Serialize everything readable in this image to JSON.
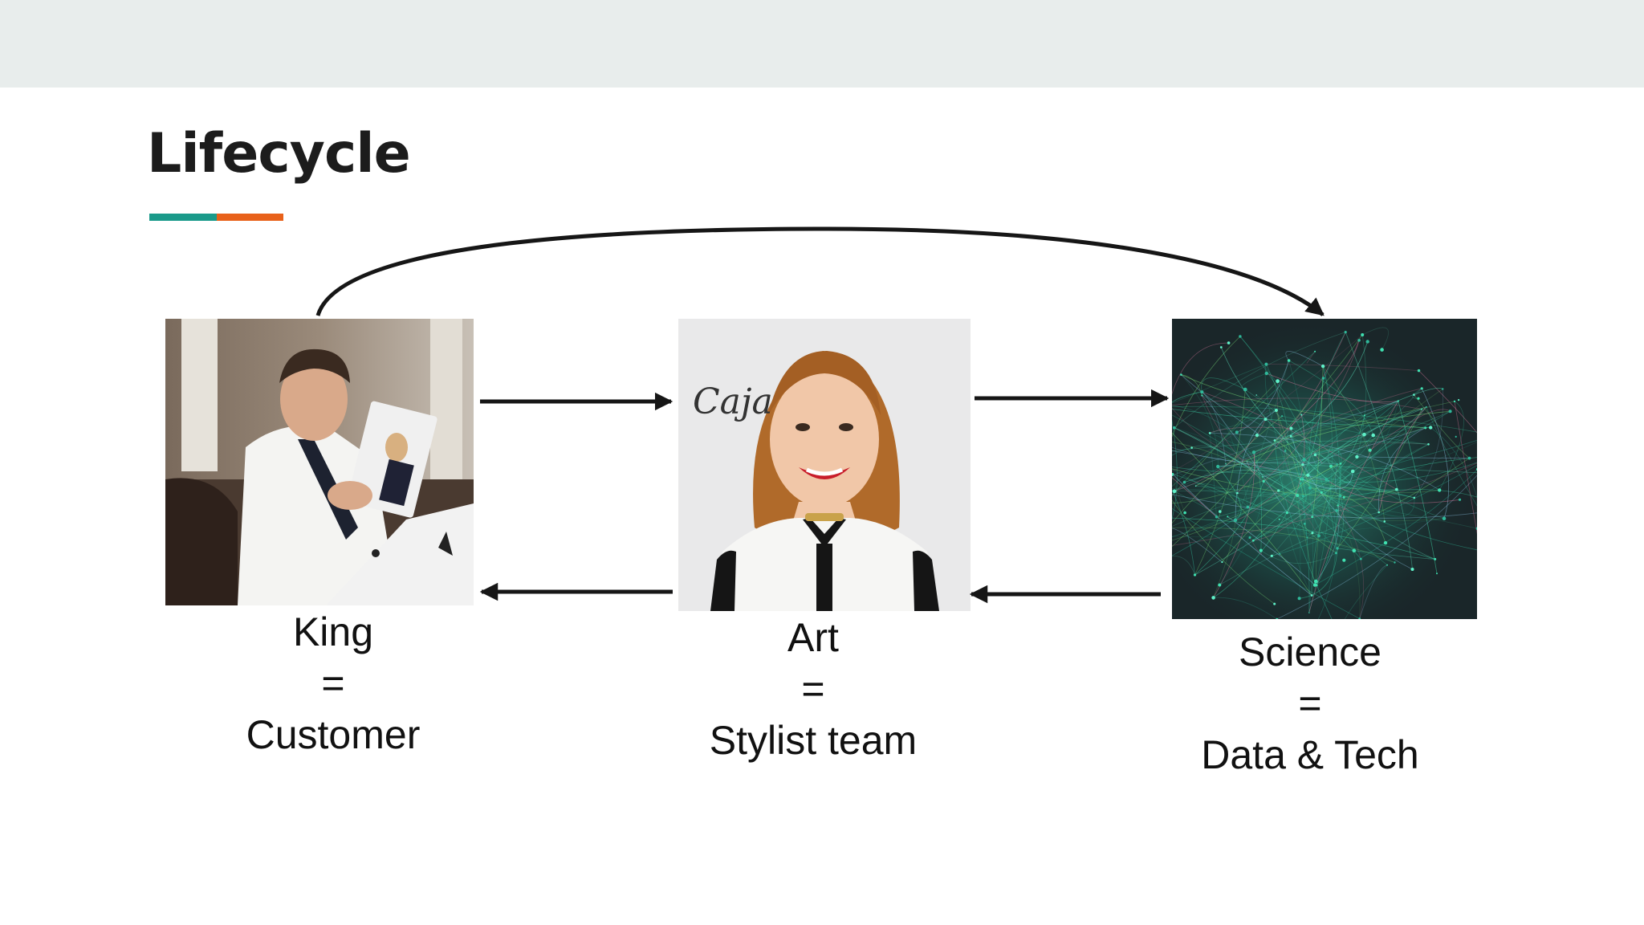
{
  "slide": {
    "title": "Lifecycle",
    "accent_colors": [
      "#1a9a8a",
      "#e8611a"
    ]
  },
  "nodes": [
    {
      "id": "customer",
      "lines": [
        "King",
        "=",
        "Customer"
      ],
      "image": "photo-man-reading-catalog"
    },
    {
      "id": "stylist",
      "lines": [
        "Art",
        "=",
        "Stylist team"
      ],
      "image": "photo-smiling-stylist-with-caja-signature"
    },
    {
      "id": "data",
      "lines": [
        "Science",
        "=",
        "Data & Tech"
      ],
      "image": "network-graph-visualization"
    }
  ],
  "stylist_signature": "Caja"
}
